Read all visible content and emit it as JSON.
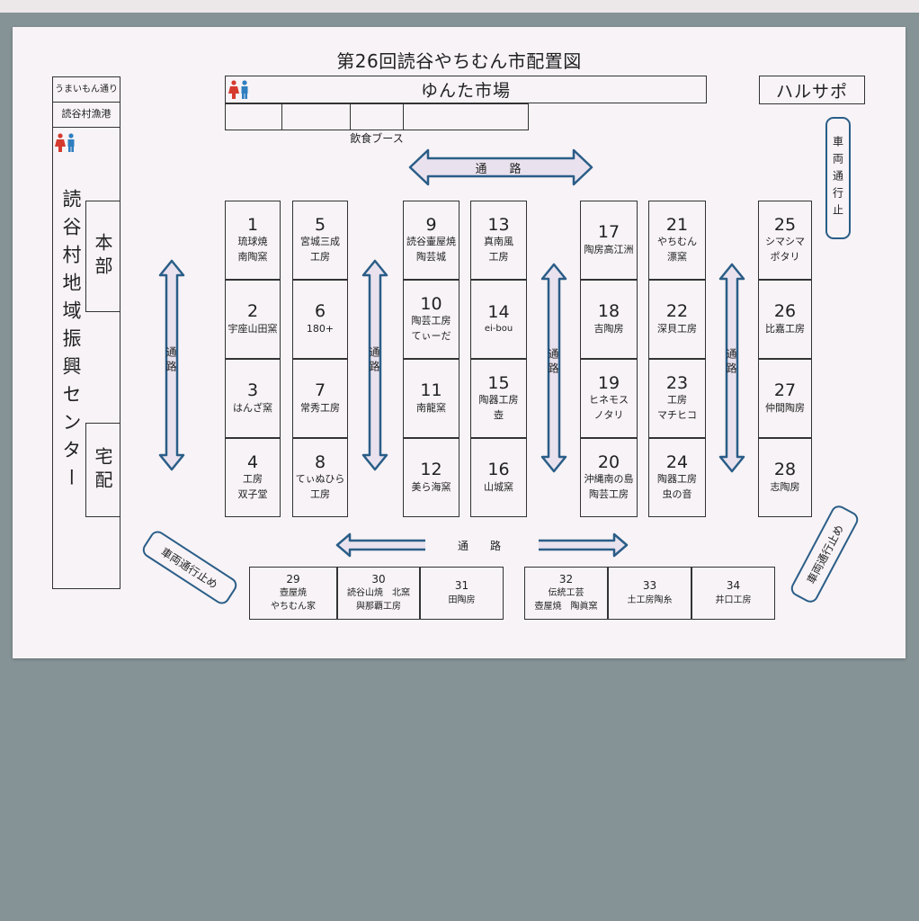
{
  "title": "第26回読谷やちむん市配置図",
  "left_column": {
    "street": "うまいもん通り",
    "port": "読谷村漁港",
    "center_name": "読谷村地域振興センター",
    "hq": "本部",
    "delivery": "宅配",
    "restroom_icon": "restroom-icon"
  },
  "market": {
    "name": "ゆんた市場",
    "food_booth": "飲食ブース",
    "restroom_icon": "restroom-icon"
  },
  "harusapo": "ハルサポ",
  "aisle_label": "通　路",
  "aisle_label_vertical": "通路",
  "no_vehicles": "車両通行止め",
  "no_vehicles_vertical": "車両通行止",
  "booths": [
    {
      "num": "1",
      "lines": [
        "琉球焼",
        "南陶窯"
      ]
    },
    {
      "num": "2",
      "lines": [
        "宇座山田窯"
      ]
    },
    {
      "num": "3",
      "lines": [
        "はんざ窯"
      ]
    },
    {
      "num": "4",
      "lines": [
        "工房",
        "双子堂"
      ]
    },
    {
      "num": "5",
      "lines": [
        "宮城三成",
        "工房"
      ]
    },
    {
      "num": "6",
      "lines": [
        "180+"
      ]
    },
    {
      "num": "7",
      "lines": [
        "常秀工房"
      ]
    },
    {
      "num": "8",
      "lines": [
        "てぃぬひら",
        "工房"
      ]
    },
    {
      "num": "9",
      "lines": [
        "読谷壷屋焼",
        "陶芸城"
      ]
    },
    {
      "num": "10",
      "lines": [
        "陶芸工房",
        "てぃーだ"
      ]
    },
    {
      "num": "11",
      "lines": [
        "南龍窯"
      ]
    },
    {
      "num": "12",
      "lines": [
        "美ら海窯"
      ]
    },
    {
      "num": "13",
      "lines": [
        "真南風",
        "工房"
      ]
    },
    {
      "num": "14",
      "lines": [
        "ei-bou"
      ]
    },
    {
      "num": "15",
      "lines": [
        "陶器工房",
        "壺"
      ]
    },
    {
      "num": "16",
      "lines": [
        "山城窯"
      ]
    },
    {
      "num": "17",
      "lines": [
        "陶房高江洲"
      ]
    },
    {
      "num": "18",
      "lines": [
        "吉陶房"
      ]
    },
    {
      "num": "19",
      "lines": [
        "ヒネモス",
        "ノタリ"
      ]
    },
    {
      "num": "20",
      "lines": [
        "沖縄南の島",
        "陶芸工房"
      ]
    },
    {
      "num": "21",
      "lines": [
        "やちむん",
        "漂窯"
      ]
    },
    {
      "num": "22",
      "lines": [
        "深貝工房"
      ]
    },
    {
      "num": "23",
      "lines": [
        "工房",
        "マチヒコ"
      ]
    },
    {
      "num": "24",
      "lines": [
        "陶器工房",
        "虫の音"
      ]
    },
    {
      "num": "25",
      "lines": [
        "シマシマ",
        "ポタリ"
      ]
    },
    {
      "num": "26",
      "lines": [
        "比嘉工房"
      ]
    },
    {
      "num": "27",
      "lines": [
        "仲間陶房"
      ]
    },
    {
      "num": "28",
      "lines": [
        "志陶房"
      ]
    },
    {
      "num": "29",
      "lines": [
        "壺屋焼",
        "やちむん家"
      ]
    },
    {
      "num": "30",
      "lines": [
        "読谷山焼　北窯",
        "與那覇工房"
      ]
    },
    {
      "num": "31",
      "lines": [
        "田陶房"
      ]
    },
    {
      "num": "32",
      "lines": [
        "伝統工芸",
        "壺屋焼　陶眞窯"
      ]
    },
    {
      "num": "33",
      "lines": [
        "土工房陶糸"
      ]
    },
    {
      "num": "34",
      "lines": [
        "井口工房"
      ]
    }
  ],
  "colors": {
    "sign_border": "#2a5d87",
    "arrow_fill": "#e9e2ee",
    "restroom_male": "#2f7fc0",
    "restroom_female": "#d63a2f",
    "frame_background": "#859396"
  }
}
